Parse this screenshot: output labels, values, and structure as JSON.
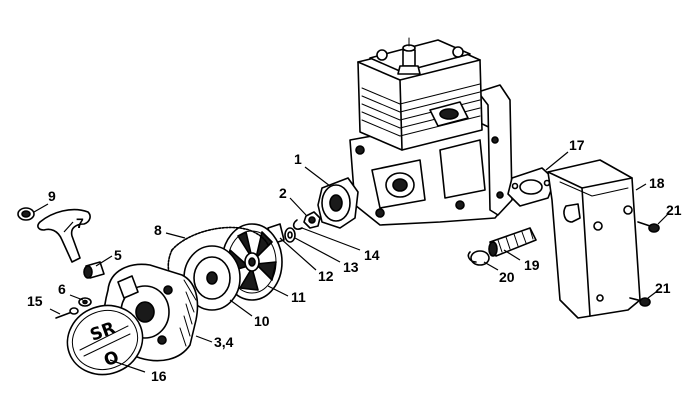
{
  "callouts": {
    "c1": "1",
    "c2": "2",
    "c3_4": "3,4",
    "c5": "5",
    "c6": "6",
    "c7": "7",
    "c8": "8",
    "c9": "9",
    "c10": "10",
    "c11": "11",
    "c12": "12",
    "c13": "13",
    "c14": "14",
    "c15": "15",
    "c16": "16",
    "c17": "17",
    "c18": "18",
    "c19": "19",
    "c20": "20",
    "c21a": "21",
    "c21b": "21"
  },
  "cover_logo": {
    "top": "SR",
    "bottom": "O"
  }
}
